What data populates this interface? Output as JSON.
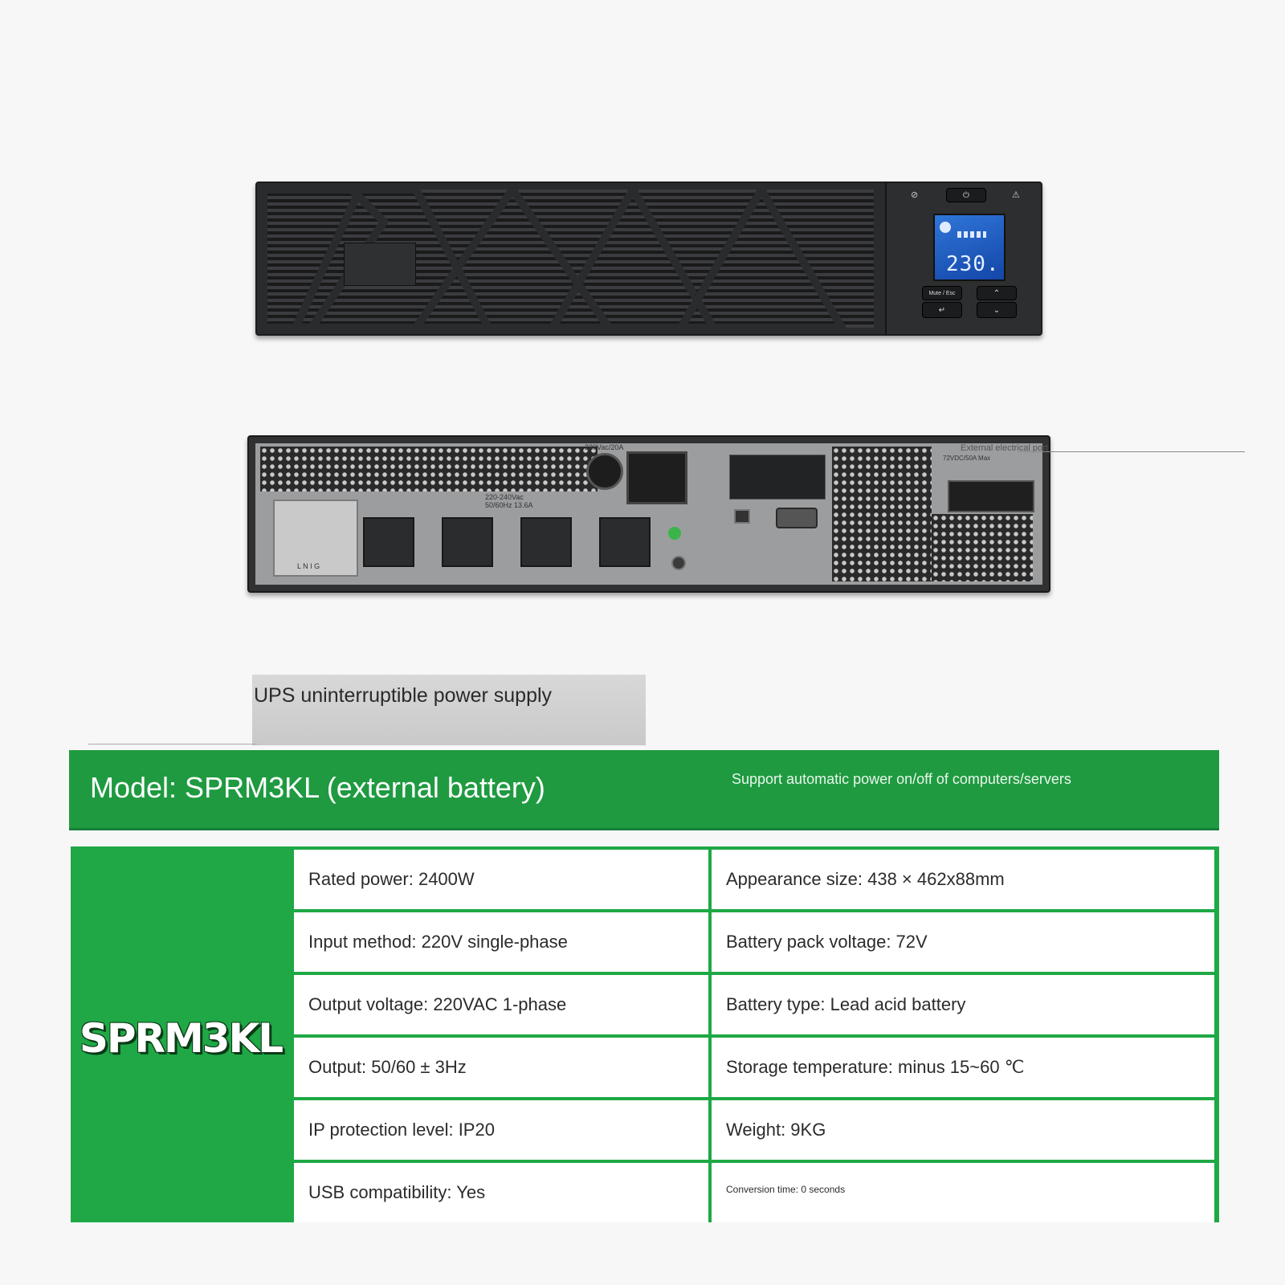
{
  "product_images": {
    "front": {
      "lcd_reading": "230.",
      "buttons": {
        "mute_esc": "Mute / Esc",
        "enter_icon": "enter-arrow-icon",
        "up_icon": "chevron-up-icon",
        "down_icon": "chevron-down-icon",
        "power_icon": "power-icon",
        "warning_icon": "warning-icon",
        "bypass_icon": "bypass-icon"
      }
    },
    "rear": {
      "output_rating": "220-240Vac",
      "output_rating_2": "50/60Hz 13.6A",
      "input_rating": "220Vac/20A",
      "breaker_label": "L N I G",
      "external_port_label": "External electrical port",
      "external_port_spec": "72VDC/50A Max"
    }
  },
  "caption": {
    "text": "UPS uninterruptible power supply"
  },
  "banner": {
    "title": "Model: SPRM3KL (external battery)",
    "slogan": "Support automatic power on/off of computers/servers",
    "color": "#1f9a40"
  },
  "specs": {
    "model_label": "SPRM3KL",
    "rows": [
      {
        "left": "Rated power: 2400W",
        "right": "Appearance size: 438 × 462x88mm"
      },
      {
        "left": "Input method: 220V single-phase",
        "right": "Battery pack voltage: 72V"
      },
      {
        "left": "Output voltage: 220VAC 1-phase",
        "right": "Battery type: Lead acid battery"
      },
      {
        "left": "Output: 50/60 ± 3Hz",
        "right": "Storage temperature: minus 15~60 ℃"
      },
      {
        "left": "IP protection level: IP20",
        "right": "Weight: 9KG"
      },
      {
        "left": "USB compatibility: Yes",
        "right": "Conversion time: 0 seconds"
      }
    ],
    "accent_color": "#1fa845"
  }
}
